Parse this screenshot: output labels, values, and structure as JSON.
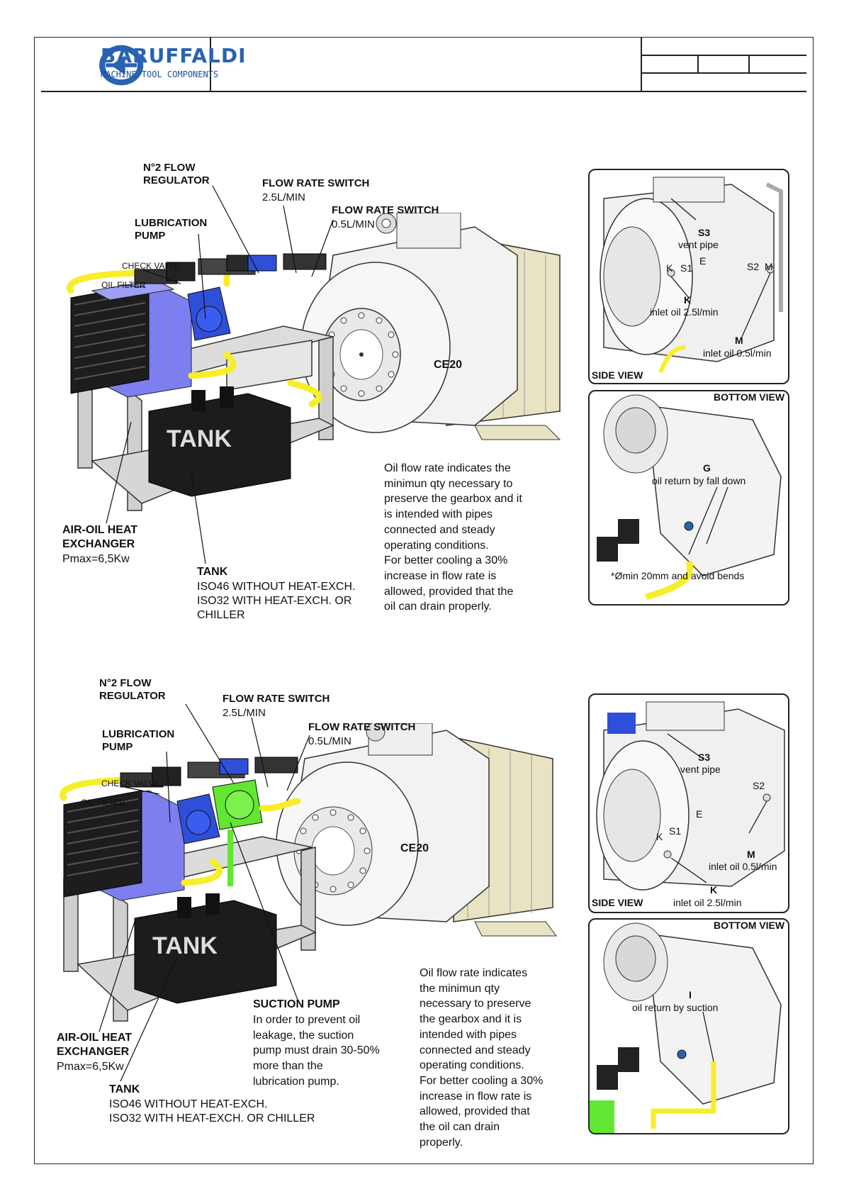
{
  "brand": {
    "name": "BARUFFALDI",
    "tagline": "MACHINE TOOL COMPONENTS",
    "color": "#2a62b3"
  },
  "diagram1": {
    "flow_regulator": [
      "N°2 FLOW",
      "REGULATOR"
    ],
    "flow_switch_a": "FLOW RATE SWITCH",
    "flow_switch_a_rate": "2.5L/MIN",
    "flow_switch_b": "FLOW RATE SWITCH",
    "flow_switch_b_rate": "0.5L/MIN",
    "lubrication_pump": [
      "LUBRICATION",
      "PUMP"
    ],
    "check_valve": "CHECK VALVE",
    "oil_filter": "OIL FILTER",
    "ce20": "CE20",
    "heat_exchanger": [
      "AIR-OIL HEAT",
      "EXCHANGER"
    ],
    "pmax": "Pmax=6,5Kw",
    "tank": "TANK",
    "tank_word": "TANK",
    "tank_notes": [
      "ISO46 WITHOUT HEAT-EXCH.",
      "ISO32 WITH HEAT-EXCH. OR",
      "CHILLER"
    ],
    "note": [
      "Oil flow rate indicates the",
      "minimun qty necessary to",
      "preserve the gearbox and it",
      "is intended with pipes",
      "connected and steady",
      "operating conditions.",
      "For better cooling a 30%",
      "increase in flow rate is",
      "allowed, provided that the",
      "oil can drain properly."
    ],
    "side_view": {
      "title": "SIDE VIEW",
      "s3": "S3",
      "vent_pipe": "vent pipe",
      "k_port": "K",
      "s1_port": "S1",
      "e_port": "E",
      "s2_port": "S2",
      "m_port": "M",
      "k": "K",
      "k_desc": "inlet oil 2.5l/min",
      "m": "M",
      "m_desc": "inlet oil 0.5l/min"
    },
    "bottom_view": {
      "title": "BOTTOM VIEW",
      "g": "G",
      "g_desc": "oil return by fall down",
      "pipe_note": "*Ømin 20mm and avoid bends"
    }
  },
  "diagram2": {
    "flow_regulator": [
      "N°2 FLOW",
      "REGULATOR"
    ],
    "flow_switch_a": "FLOW RATE SWITCH",
    "flow_switch_a_rate": "2.5L/MIN",
    "flow_switch_b": "FLOW RATE SWITCH",
    "flow_switch_b_rate": "0.5L/MIN",
    "lubrication_pump": [
      "LUBRICATION",
      "PUMP"
    ],
    "check_valve": "CHECK VALVE",
    "oil_filter": "OIL FILTER",
    "ce20": "CE20",
    "suction_pump": "SUCTION PUMP",
    "suction_notes": [
      "In order to prevent oil",
      "leakage, the suction",
      "pump must drain 30-50%",
      "more than the",
      "lubrication pump."
    ],
    "heat_exchanger": [
      "AIR-OIL HEAT",
      "EXCHANGER"
    ],
    "pmax": "Pmax=6,5Kw",
    "tank": "TANK",
    "tank_word": "TANK",
    "tank_notes": [
      "ISO46 WITHOUT HEAT-EXCH.",
      "ISO32 WITH HEAT-EXCH. OR CHILLER"
    ],
    "note": [
      "Oil flow rate indicates",
      "the minimun qty",
      "necessary to preserve",
      "the gearbox and it is",
      "intended with pipes",
      "connected and steady",
      "operating conditions.",
      "For better cooling a 30%",
      "increase in flow rate is",
      "allowed, provided that",
      "the oil can drain",
      "properly."
    ],
    "side_view": {
      "title": "SIDE VIEW",
      "s3": "S3",
      "vent_pipe": "vent pipe",
      "k_port": "K",
      "s1_port": "S1",
      "e_port": "E",
      "s2_port": "S2",
      "m": "M",
      "m_desc": "inlet oil 0.5l/min",
      "k": "K",
      "k_desc": "inlet oil 2.5l/min"
    },
    "bottom_view": {
      "title": "BOTTOM VIEW",
      "i": "I",
      "i_desc": "oil return by suction"
    }
  },
  "colors": {
    "pump_blue": "#2f4fd8",
    "exchanger_blue": "#7d7ff0",
    "suction_green": "#63e632",
    "oil_yellow": "#f7ee2a",
    "motor_cream": "#e8e3c3",
    "frame_grey": "#c8c8c8",
    "tank_black": "#1c1c1c"
  }
}
